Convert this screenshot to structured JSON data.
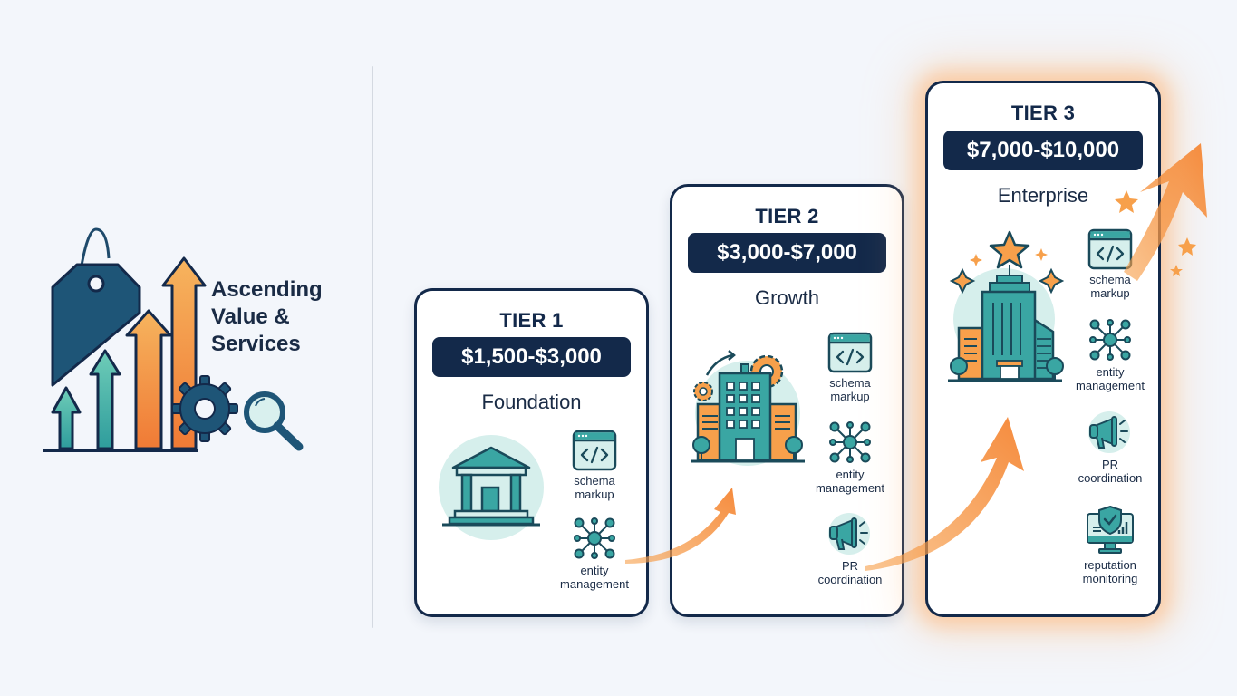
{
  "hero": {
    "title_lines": [
      "Ascending",
      "Value &",
      "Services"
    ],
    "icons": [
      "price-tag-icon",
      "ascending-arrows-icon",
      "gear-icon",
      "magnifier-icon"
    ]
  },
  "tiers": [
    {
      "label": "TIER 1",
      "price": "$1,500-$3,000",
      "name": "Foundation",
      "illustration": "classical-building-icon",
      "services": [
        {
          "icon": "code-window-icon",
          "line1": "schema",
          "line2": "markup"
        },
        {
          "icon": "network-nodes-icon",
          "line1": "entity",
          "line2": "management"
        }
      ]
    },
    {
      "label": "TIER 2",
      "price": "$3,000-$7,000",
      "name": "Growth",
      "illustration": "office-building-gears-icon",
      "services": [
        {
          "icon": "code-window-icon",
          "line1": "schema",
          "line2": "markup"
        },
        {
          "icon": "network-nodes-icon",
          "line1": "entity",
          "line2": "management"
        },
        {
          "icon": "megaphone-icon",
          "line1": "PR",
          "line2": "coordination"
        }
      ]
    },
    {
      "label": "TIER 3",
      "price": "$7,000-$10,000",
      "name": "Enterprise",
      "illustration": "skyscraper-star-icon",
      "services": [
        {
          "icon": "code-window-icon",
          "line1": "schema",
          "line2": "markup"
        },
        {
          "icon": "network-nodes-icon",
          "line1": "entity",
          "line2": "management"
        },
        {
          "icon": "megaphone-icon",
          "line1": "PR",
          "line2": "coordination"
        },
        {
          "icon": "shield-monitor-icon",
          "line1": "reputation",
          "line2": "monitoring"
        }
      ]
    }
  ],
  "colors": {
    "navy": "#13294a",
    "teal": "#3aa6a3",
    "teal_light": "#d6efec",
    "orange": "#f7a04b",
    "orange_dark": "#f07a35",
    "background": "#f3f6fb"
  }
}
